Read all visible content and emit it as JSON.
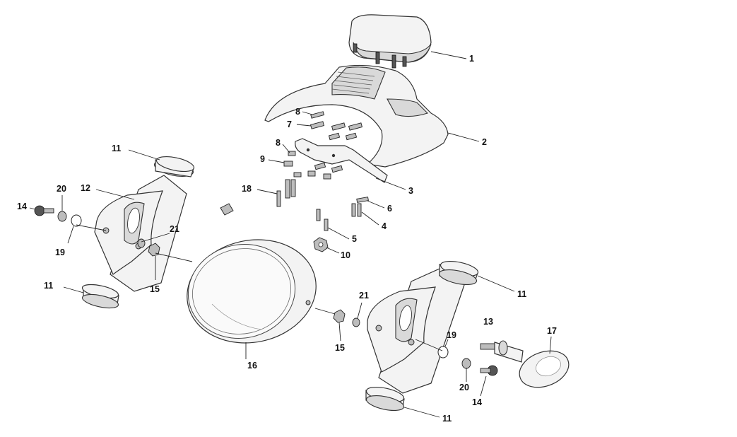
{
  "diagram": {
    "kind": "exploded-parts-view",
    "callouts": {
      "c1": "1",
      "c2": "2",
      "c3": "3",
      "c4": "4",
      "c5": "5",
      "c6": "6",
      "c7": "7",
      "c8a": "8",
      "c8b": "8",
      "c9": "9",
      "c10": "10",
      "c11a": "11",
      "c11b": "11",
      "c11c": "11",
      "c11d": "11",
      "c12": "12",
      "c13": "13",
      "c14a": "14",
      "c14b": "14",
      "c15a": "15",
      "c15b": "15",
      "c16": "16",
      "c17": "17",
      "c18": "18",
      "c19a": "19",
      "c19b": "19",
      "c20a": "20",
      "c20b": "20",
      "c21a": "21",
      "c21b": "21"
    }
  }
}
